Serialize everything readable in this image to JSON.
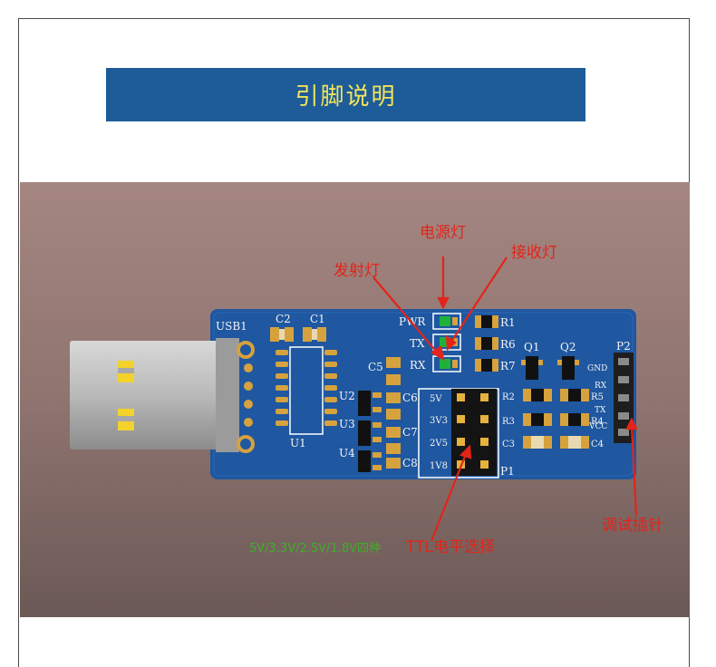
{
  "page": {
    "title": "引脚说明"
  },
  "board": {
    "silkscreen": {
      "usb": "USB1",
      "c1": "C1",
      "c2": "C2",
      "c3": "C3",
      "c4": "C4",
      "c5": "C5",
      "c6": "C6",
      "c7": "C7",
      "c8": "C8",
      "u1": "U1",
      "u2": "U2",
      "u3": "U3",
      "u4": "U4",
      "pwr": "PWR",
      "tx": "TX",
      "rx": "RX",
      "r1": "R1",
      "r2": "R2",
      "r3": "R3",
      "r4": "R4",
      "r5": "R5",
      "r6": "R6",
      "r7": "R7",
      "q1": "Q1",
      "q2": "Q2",
      "p1": "P1",
      "p2": "P2",
      "v5": "5V",
      "v3v3": "3V3",
      "v2v5": "2V5",
      "v1v8": "1V8",
      "gnd": "GND",
      "rx_pin": "RX",
      "tx_pin": "TX",
      "vcc": "VCC"
    }
  },
  "annotations": {
    "power_led": "电源灯",
    "receive_led": "接收灯",
    "transmit_led": "发射灯",
    "debug_pins": "调试插针",
    "ttl_select": "TTL电平选择",
    "voltage_note": "5V/3.3V/2.5V/1.8V四种"
  },
  "colors": {
    "banner_bg": "#1d5c98",
    "banner_text": "#f2e35a",
    "pcb": "#1f57a0",
    "annotation": "#e3241a",
    "voltage_note": "#3fae2a"
  }
}
